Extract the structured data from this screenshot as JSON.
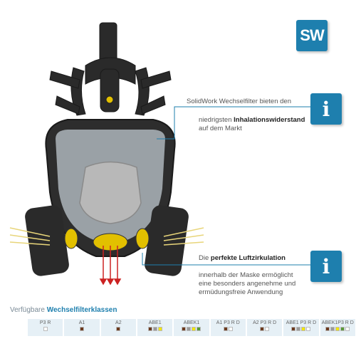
{
  "logo_text": "SW",
  "info1": {
    "line1": "SolidWork Wechselfilter bieten den",
    "line2_pre": "niedrigsten ",
    "line2_bold": "Inhalationswiderstand",
    "line3": "auf dem Markt",
    "icon": "info-icon",
    "icon_glyph": "i"
  },
  "info2": {
    "line1_pre": "Die ",
    "line1_bold": "perfekte Luftzirkulation",
    "line2": "innerhalb der Maske ermöglicht",
    "line3": "eine besonders angenehme und",
    "line4": "ermüdungsfreie Anwendung",
    "icon": "info-icon",
    "icon_glyph": "i"
  },
  "filter_classes": {
    "title_pre": "Verfügbare ",
    "title_bold": "Wechselfilterklassen",
    "items": [
      {
        "label": "P3 R",
        "colors": [
          "#ffffff"
        ]
      },
      {
        "label": "A1",
        "colors": [
          "#6b3a1e"
        ]
      },
      {
        "label": "A2",
        "colors": [
          "#6b3a1e"
        ]
      },
      {
        "label": "ABE1",
        "colors": [
          "#6b3a1e",
          "#9a9a9a",
          "#f2e600"
        ]
      },
      {
        "label": "ABEK1",
        "colors": [
          "#6b3a1e",
          "#9a9a9a",
          "#f2e600",
          "#5a9a3a"
        ]
      },
      {
        "label": "A1 P3 R D",
        "colors": [
          "#6b3a1e",
          "#ffffff"
        ]
      },
      {
        "label": "A2 P3 R D",
        "colors": [
          "#6b3a1e",
          "#ffffff"
        ]
      },
      {
        "label": "ABE1 P3 R D",
        "colors": [
          "#6b3a1e",
          "#9a9a9a",
          "#f2e600",
          "#ffffff"
        ]
      },
      {
        "label": "ABEK1P3 R D",
        "colors": [
          "#6b3a1e",
          "#9a9a9a",
          "#f2e600",
          "#5a9a3a",
          "#ffffff"
        ]
      }
    ]
  }
}
